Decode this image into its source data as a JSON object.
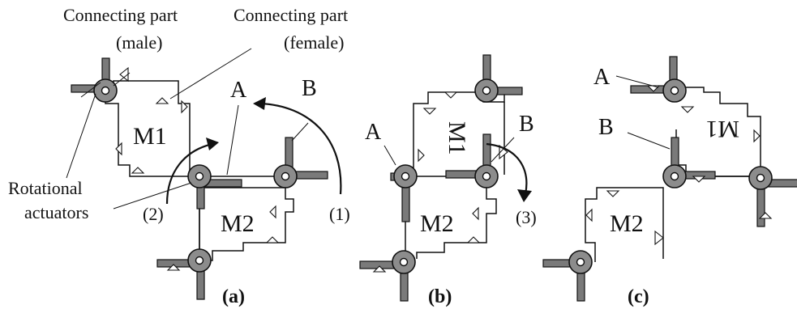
{
  "labels": {
    "conn_male_line1": "Connecting part",
    "conn_male_line2": "(male)",
    "conn_female_line1": "Connecting part",
    "conn_female_line2": "(female)",
    "rot_line1": "Rotational",
    "rot_line2": "actuators",
    "A": "A",
    "B": "B",
    "M1": "M1",
    "M2": "M2",
    "step1": "(1)",
    "step2": "(2)",
    "step3": "(3)",
    "panel_a": "(a)",
    "panel_b": "(b)",
    "panel_c": "(c)"
  },
  "colors": {
    "line": "#111111",
    "actuator_fill": "#8c8c8c",
    "arm_fill": "#7a7a7a"
  }
}
